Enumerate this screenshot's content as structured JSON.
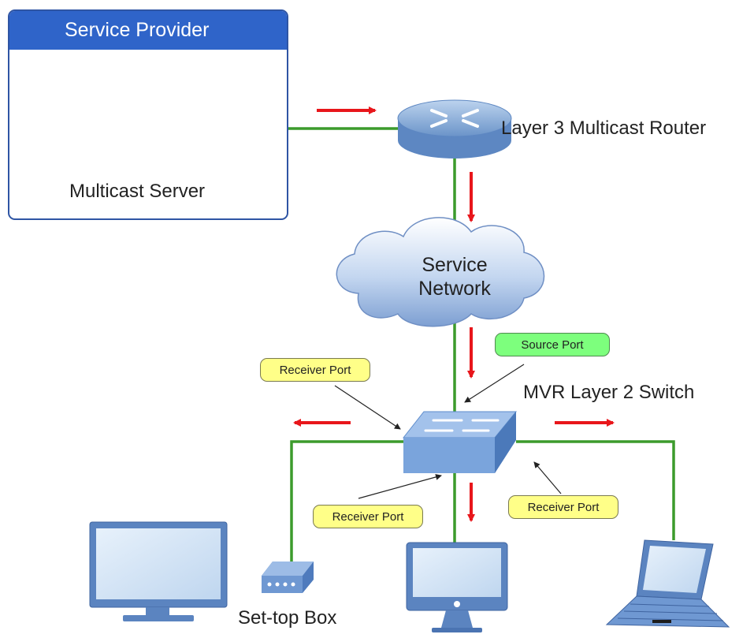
{
  "service_provider": {
    "title": "Service Provider",
    "server_label": "Multicast Server"
  },
  "router_label": "Layer 3 Multicast Router",
  "cloud_label_line1": "Service",
  "cloud_label_line2": "Network",
  "switch_label": "MVR Layer 2 Switch",
  "tags": {
    "source_port": "Source Port",
    "receiver_port_top_left": "Receiver Port",
    "receiver_port_bottom_left": "Receiver Port",
    "receiver_port_bottom_right": "Receiver Port"
  },
  "settop_label": "Set-top Box",
  "colors": {
    "provider_header": "#2f64c9",
    "link": "#3c9b2c",
    "flow_arrow": "#e8161b",
    "receiver_tag": "#ffff88",
    "source_tag": "#7dff7d"
  }
}
